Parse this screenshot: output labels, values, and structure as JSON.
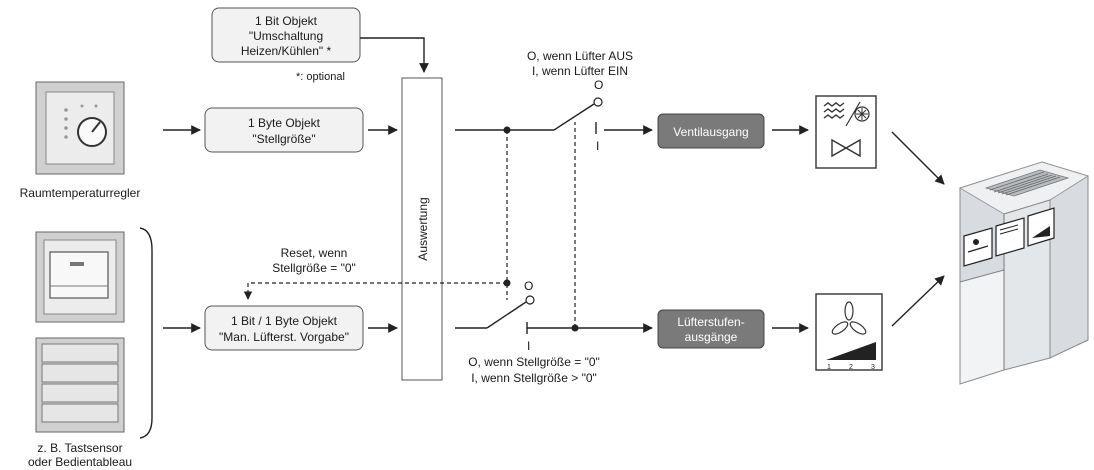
{
  "boxes": {
    "optional_object": {
      "line1": "1 Bit Objekt",
      "line2": "\"Umschaltung",
      "line3": "Heizen/Kühlen\" *"
    },
    "optional_note": "*: optional",
    "stellgroesse": {
      "line1": "1 Byte Objekt",
      "line2": "\"Stellgröße\""
    },
    "manual": {
      "line1": "1 Bit / 1 Byte Objekt",
      "line2": "\"Man. Lüfterst. Vorgabe\""
    },
    "auswertung": "Auswertung",
    "ventilausgang": "Ventilausgang",
    "luefterstufen": {
      "line1": "Lüfterstufen-",
      "line2": "ausgänge"
    }
  },
  "labels": {
    "raumtemperaturregler": "Raumtemperaturregler",
    "tastsensor_line1": "z. B. Tastsensor",
    "tastsensor_line2": "oder Bedientableau",
    "reset_line1": "Reset, wenn",
    "reset_line2": "Stellgröße = \"0\"",
    "fan_state_line1": "O, wenn Lüfter AUS",
    "fan_state_line2": "I, wenn Lüfter EIN",
    "stell_state_line1": "O, wenn Stellgröße = \"0\"",
    "stell_state_line2": "I, wenn Stellgröße > \"0\"",
    "switch_top_o": "O",
    "switch_top_i": "I",
    "switch_bottom_o": "O",
    "switch_bottom_i": "I",
    "stage_1": "1",
    "stage_2": "2",
    "stage_3": "3"
  },
  "icons": {
    "room_controller": "room-temperature-controller-icon",
    "push_button": "push-button-sensor-icon",
    "valve": "heat-cool-valve-icon",
    "fan_stages": "fan-stage-icon",
    "fan_coil_unit": "fan-coil-unit-icon"
  }
}
